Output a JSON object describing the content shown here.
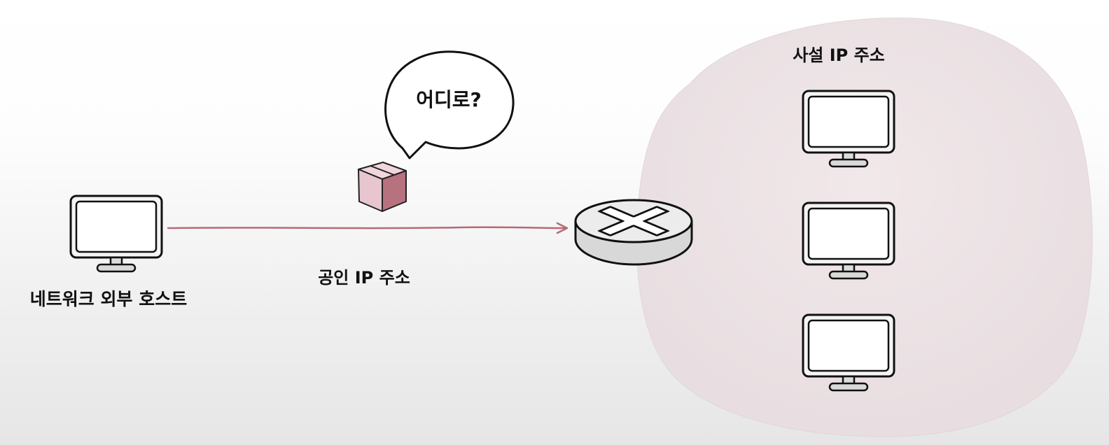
{
  "diagram": {
    "external_host_label": "네트워크 외부 호스트",
    "public_ip_label": "공인 IP 주소",
    "private_ip_label": "사설 IP 주소",
    "speech_bubble_text": "어디로?"
  },
  "icons": {
    "external_host": "monitor-icon",
    "packet": "box-icon",
    "router": "router-icon",
    "private_hosts": [
      "monitor-icon",
      "monitor-icon",
      "monitor-icon"
    ]
  },
  "colors": {
    "private_network_area": "#ece3e5",
    "packet_light": "#e8c6cf",
    "packet_dark": "#b8727f",
    "link_line": "#b56a79",
    "monitor_screen": "#ffffff",
    "monitor_frame": "#111111"
  }
}
